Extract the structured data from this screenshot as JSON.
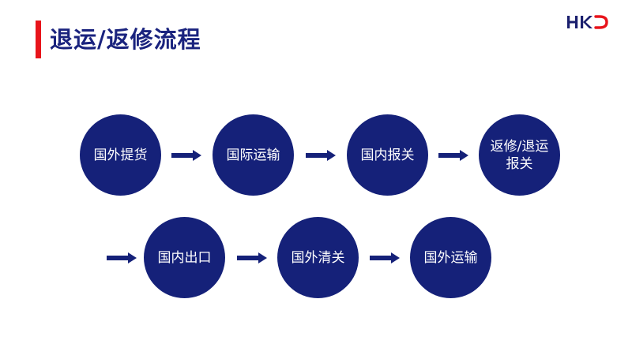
{
  "header": {
    "title": "退运/返修流程",
    "logo_alt": "HKD",
    "accent_color": "#e8141b",
    "title_color": "#1a237e"
  },
  "flow": {
    "node_color": "#152179",
    "steps": [
      "国外提货",
      "国际运输",
      "国内报关",
      "返修/退运报关",
      "国内出口",
      "国外清关",
      "国外运输"
    ]
  }
}
